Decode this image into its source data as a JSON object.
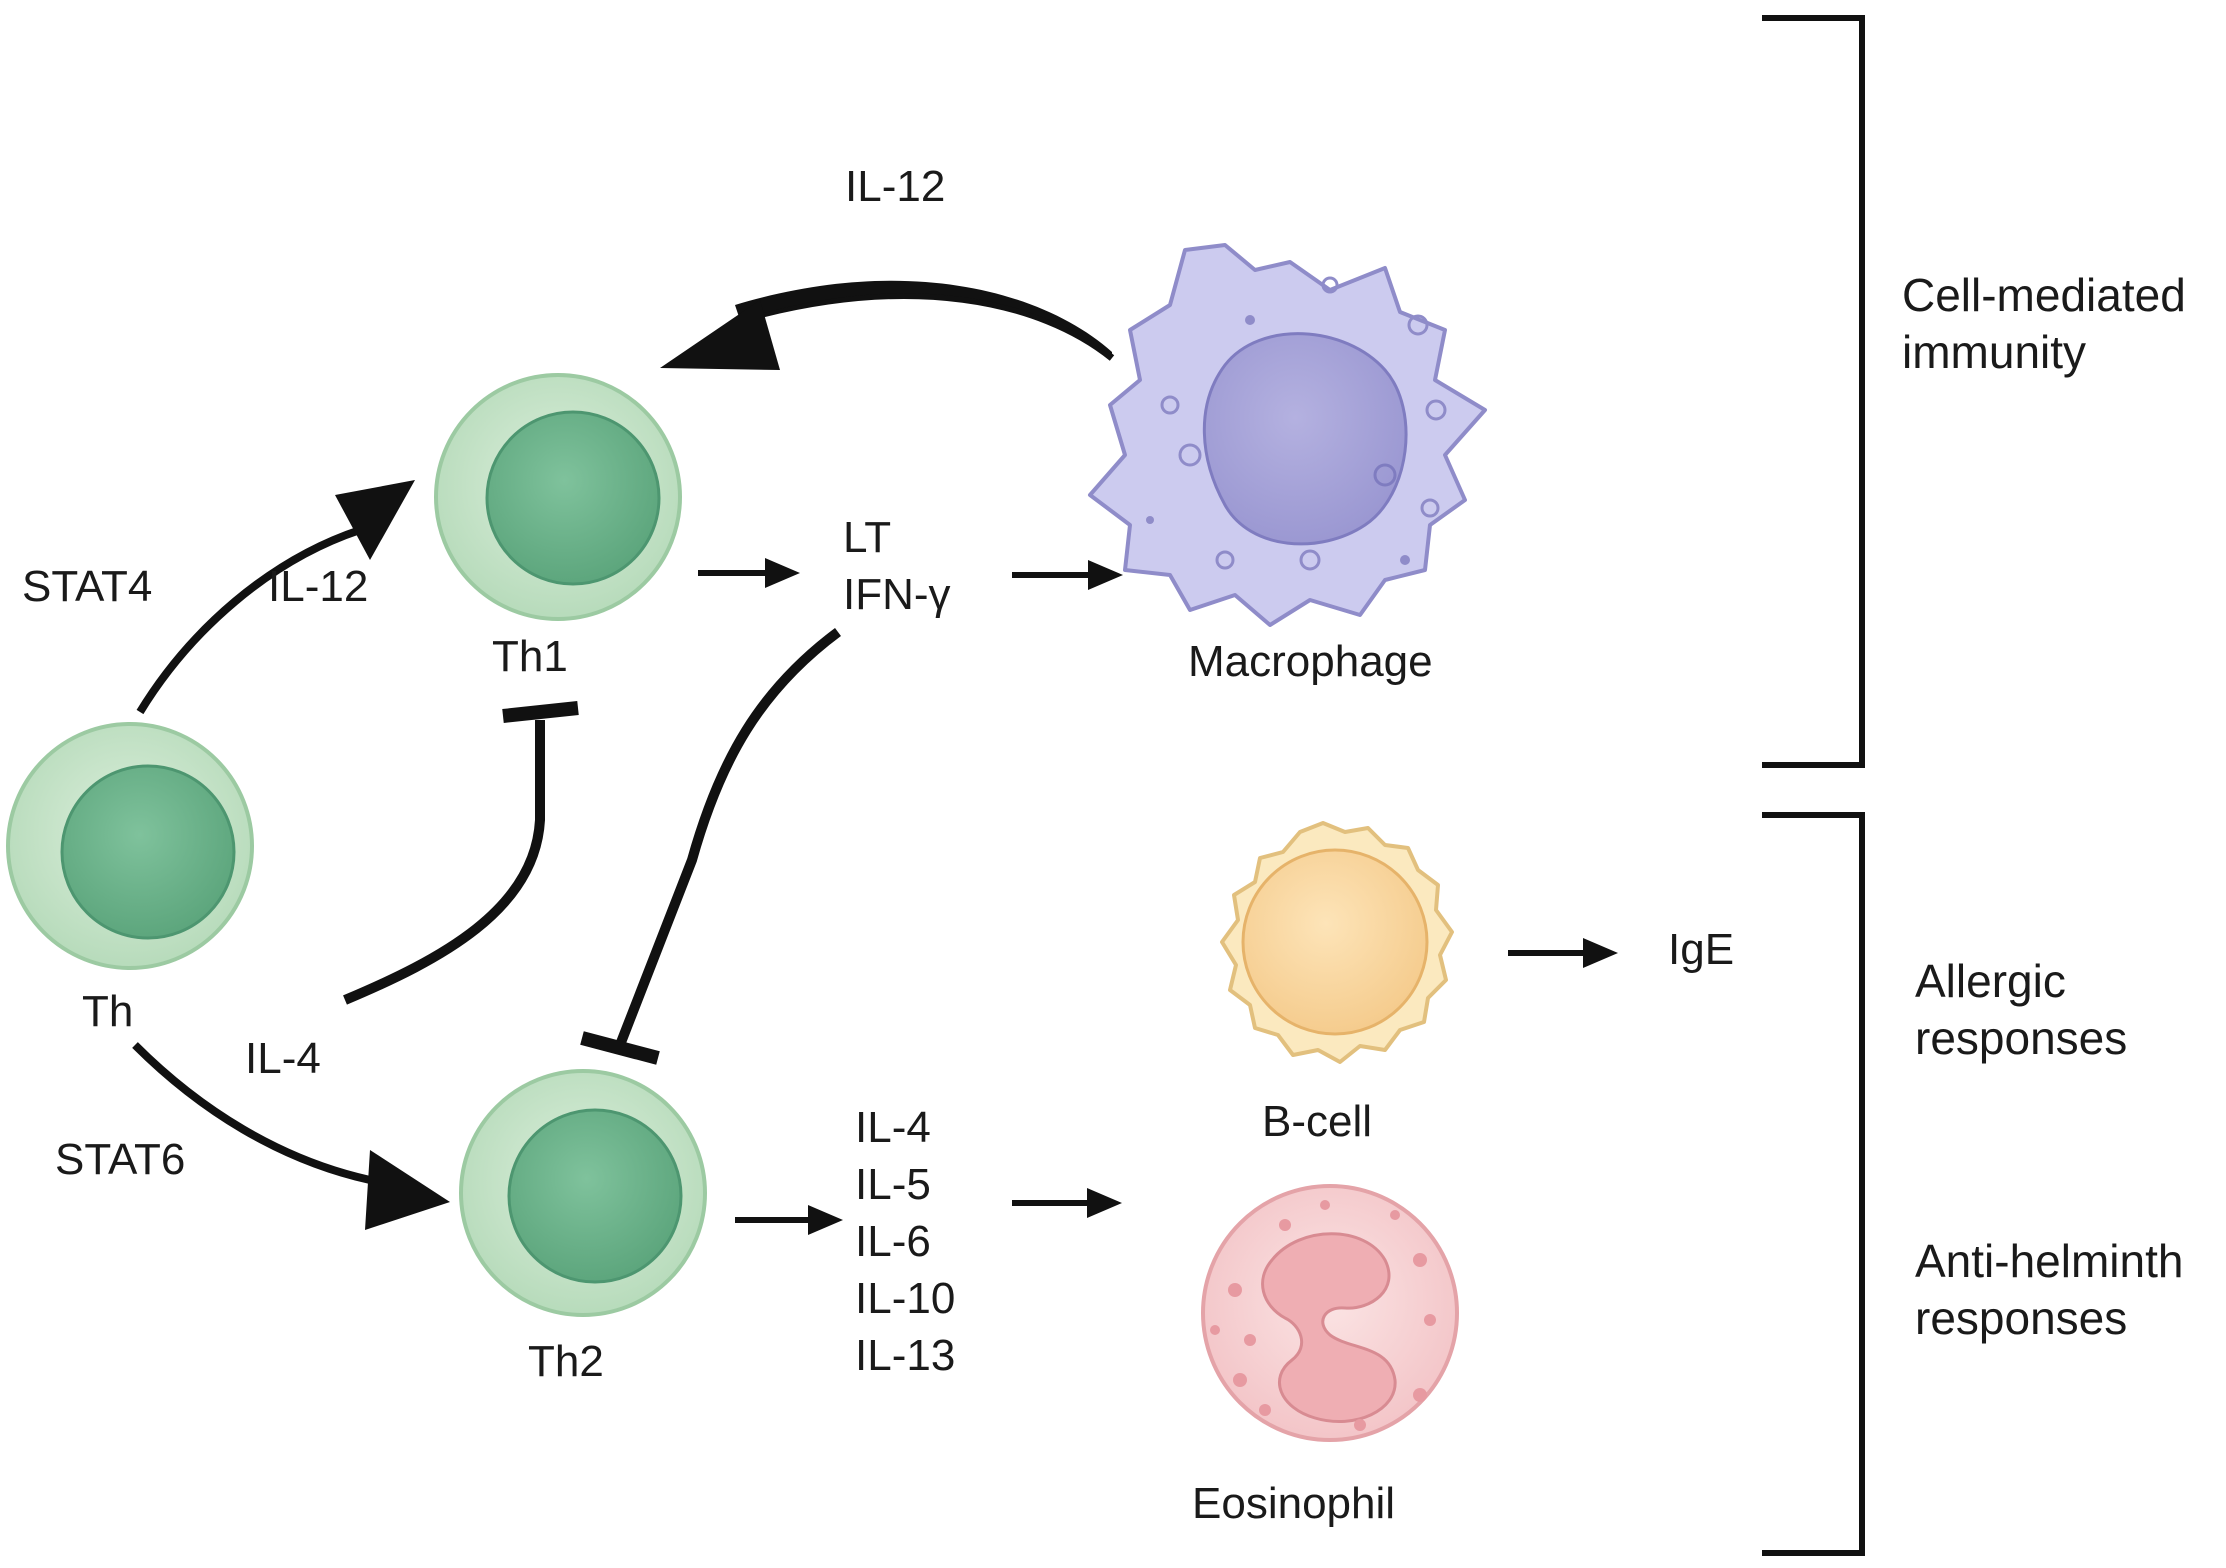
{
  "labels": {
    "il12_top": "IL-12",
    "stat4": "STAT4",
    "il12_left": "IL-12",
    "th1": "Th1",
    "th": "Th",
    "il4": "IL-4",
    "stat6": "STAT6",
    "th2": "Th2",
    "macrophage": "Macrophage",
    "bcell": "B-cell",
    "eosinophil": "Eosinophil",
    "ige": "IgE"
  },
  "th1_cytokines": [
    "LT",
    "IFN-γ"
  ],
  "th2_cytokines": [
    "IL-4",
    "IL-5",
    "IL-6",
    "IL-10",
    "IL-13"
  ],
  "outcomes": {
    "cell_mediated": [
      "Cell-mediated",
      "immunity"
    ],
    "allergic": [
      "Allergic",
      "responses"
    ],
    "anti_helminth": [
      "Anti-helminth",
      "responses"
    ]
  },
  "colors": {
    "t_cell_outer": "#c8e6c9",
    "t_cell_nucleus": "#6fb38c",
    "macrophage": "#c9c8ee",
    "b_cell": "#fbe6b0",
    "eosinophil": "#f7d2d4",
    "arrow": "#111111"
  }
}
